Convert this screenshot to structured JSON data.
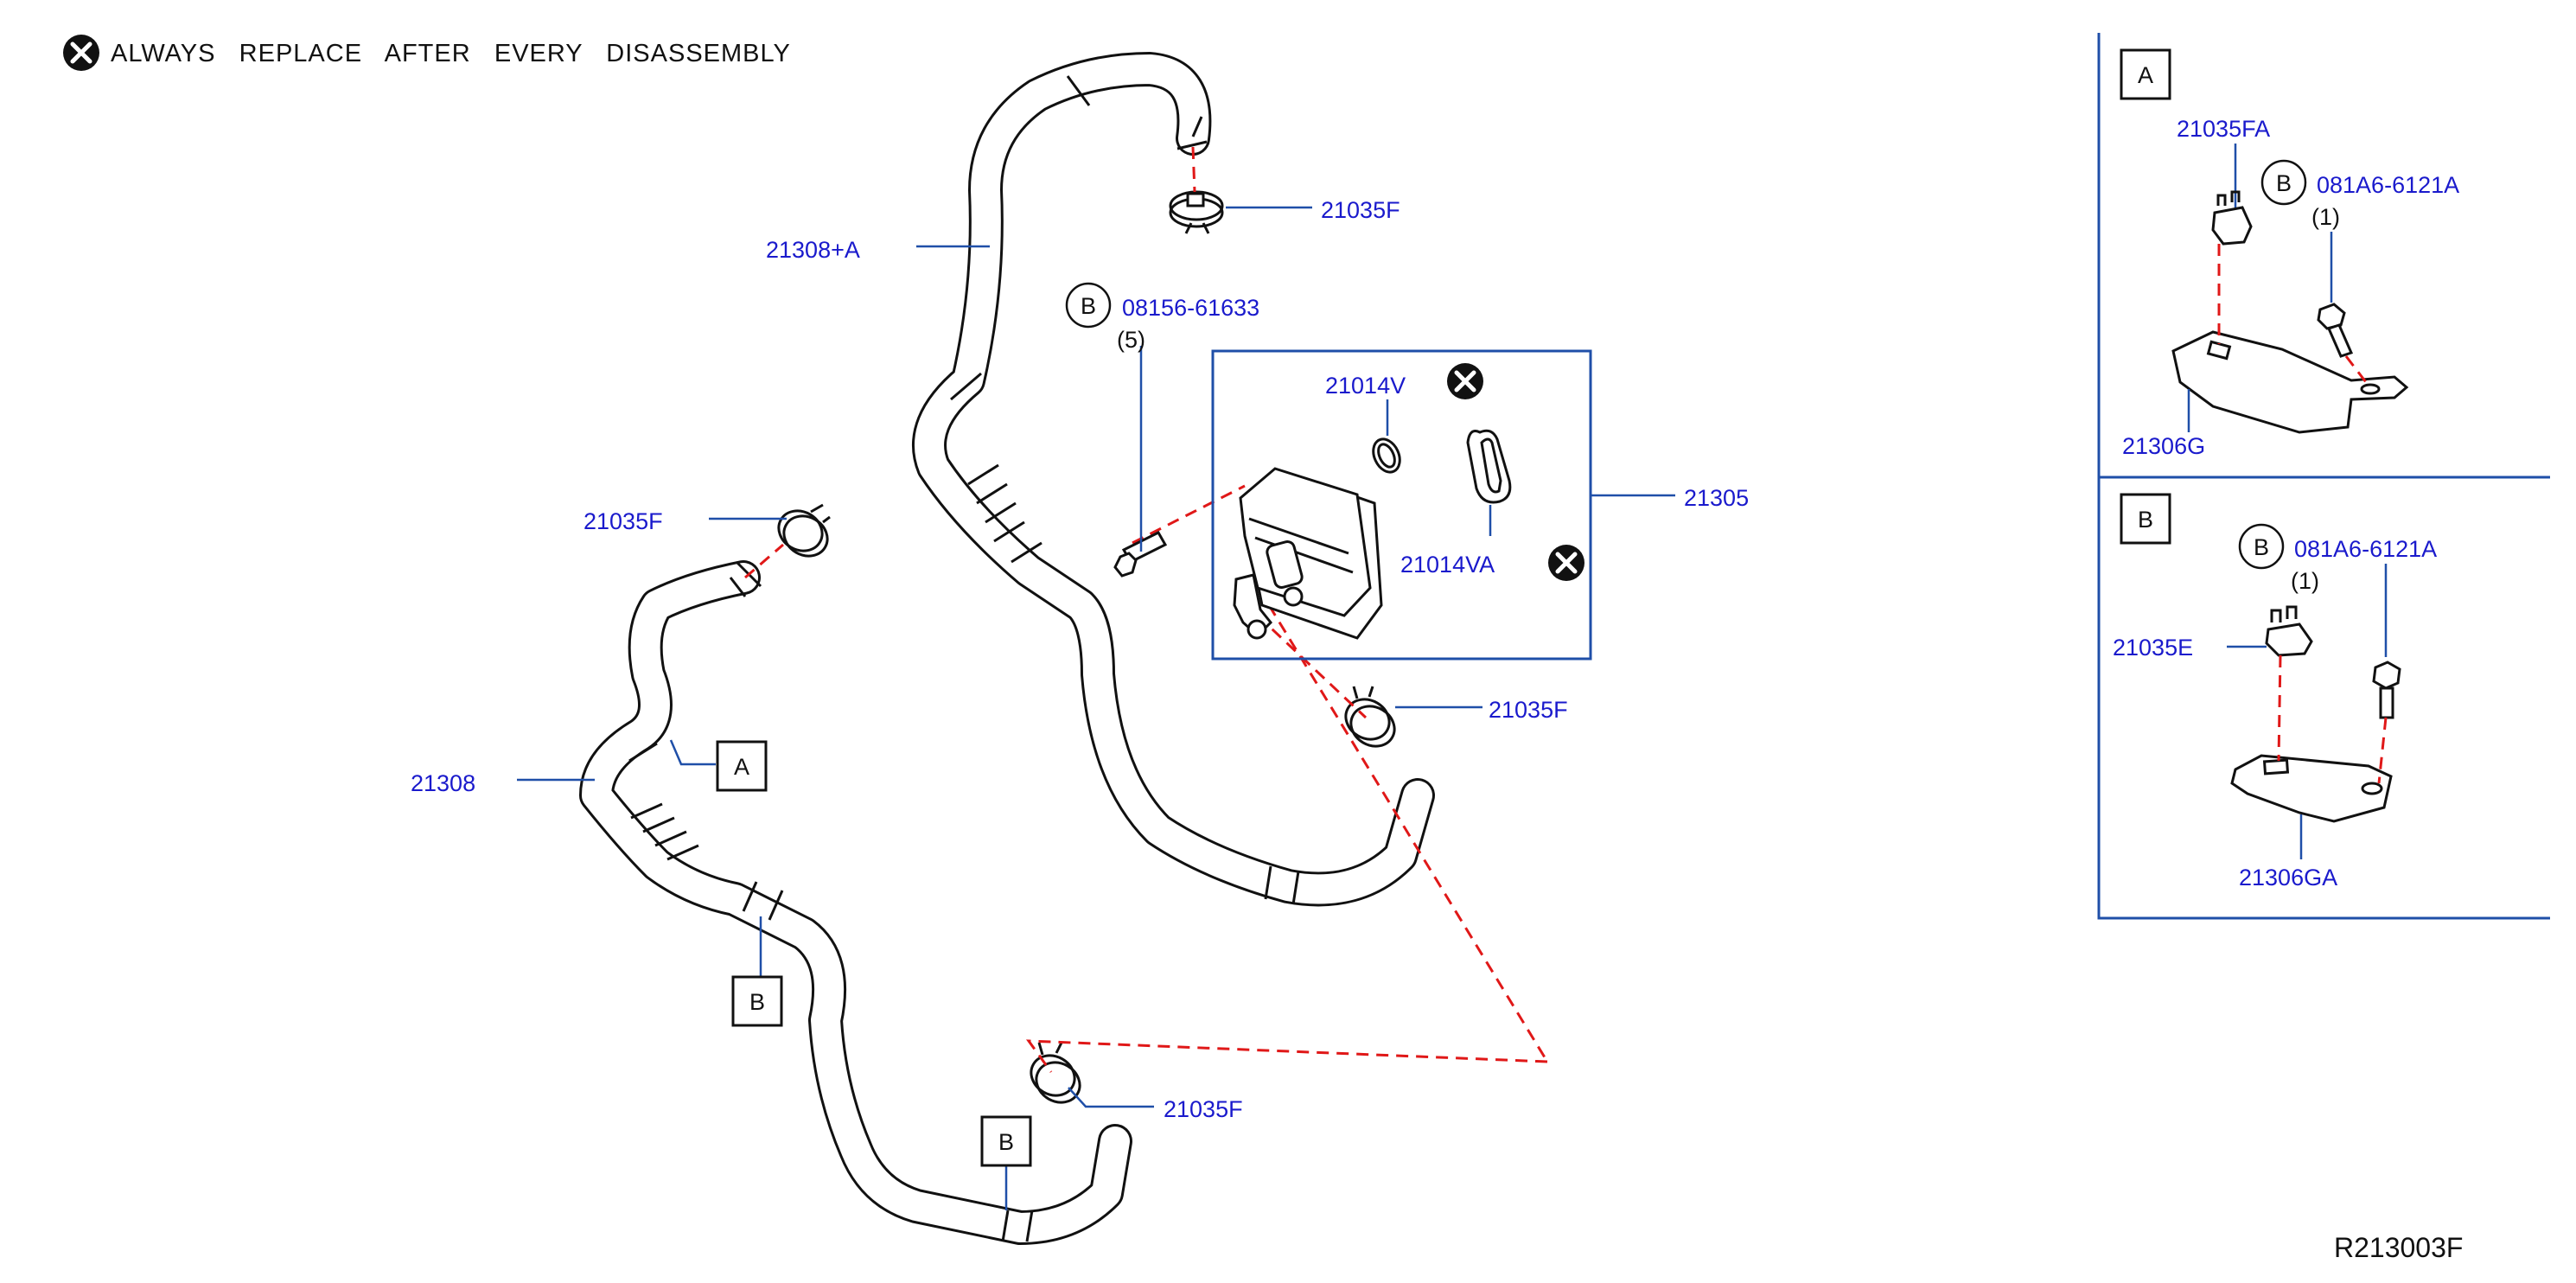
{
  "note": {
    "icon": "replace-x-icon",
    "text": "ALWAYS   REPLACE   AFTER   EVERY   DISASSEMBLY"
  },
  "reference_code": "R213003F",
  "colors": {
    "label": "#1a1acc",
    "leader": "#1f4fa8",
    "dashed": "#e01818",
    "line": "#111111"
  },
  "main": {
    "parts": {
      "hose_upper": "21308+A",
      "hose_lower": "21308",
      "clamp_top": "21035F",
      "clamp_left": "21035F",
      "clamp_mid": "21035F",
      "clamp_bottom": "21035F",
      "cooler_assy": "21305",
      "o_ring": "21014V",
      "gasket": "21014VA"
    },
    "bolt": {
      "badge": "B",
      "part": "08156-61633",
      "qty": "(5)"
    },
    "callouts": {
      "a": "A",
      "b1": "B",
      "b2": "B"
    }
  },
  "detail_a": {
    "title": "A",
    "clip": "21035FA",
    "bolt_badge": "B",
    "bolt": "081A6-6121A",
    "qty": "(1)",
    "bracket": "21306G"
  },
  "detail_b": {
    "title": "B",
    "clip": "21035E",
    "bolt_badge": "B",
    "bolt": "081A6-6121A",
    "qty": "(1)",
    "bracket": "21306GA"
  }
}
